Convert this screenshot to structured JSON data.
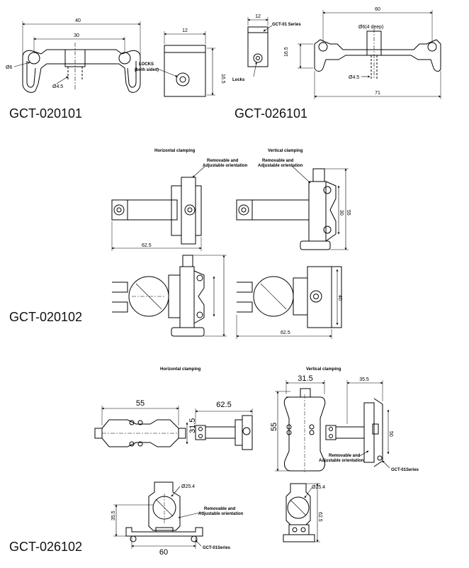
{
  "models": {
    "m1": "GCT-020101",
    "m2": "GCT-026101",
    "m3": "GCT-020102",
    "m4": "GCT-026102"
  },
  "d1": {
    "dim_40": "40",
    "dim_30": "30",
    "dia_6": "Ø6",
    "dia_45": "Ø4.5",
    "dim_12": "12",
    "dim_165": "16.5",
    "lock": "LOCKS",
    "both": "(both sides)"
  },
  "d2": {
    "dim_12": "12",
    "series": "GCT-01 Series",
    "locks": "Locks",
    "dim_60": "60",
    "dia_6deep": "Ø6(4 deep)",
    "dim_165": "16.5",
    "dia_45": "Ø4.5",
    "dim_71": "71"
  },
  "d3": {
    "horizontal": "Horizontal clamping",
    "vertical": "Vertical clamping",
    "removable": "Removable and",
    "adjustable": "Adjustable orientation",
    "dim_625a": "62.5",
    "dim_625b": "62.5",
    "dim_30": "30",
    "dim_55": "55",
    "dim_40": "40"
  },
  "d4": {
    "horizontal": "Horizontal clamping",
    "vertical": "Vertical clamping",
    "dim_55": "55",
    "dim_315": "31.5",
    "dim_625": "62.5",
    "dim_315b": "31.5",
    "dim_55b": "55",
    "dim_355": "35.5",
    "dim_50": "50",
    "removable": "Removable and",
    "adjustable": "Adjustable orientation",
    "series": "GCT-01Series",
    "dia_254a": "Ø25.4",
    "dia_254b": "Ø25.4",
    "dim_355b": "35.5",
    "dim_60": "60",
    "dim_625b": "62.5"
  }
}
